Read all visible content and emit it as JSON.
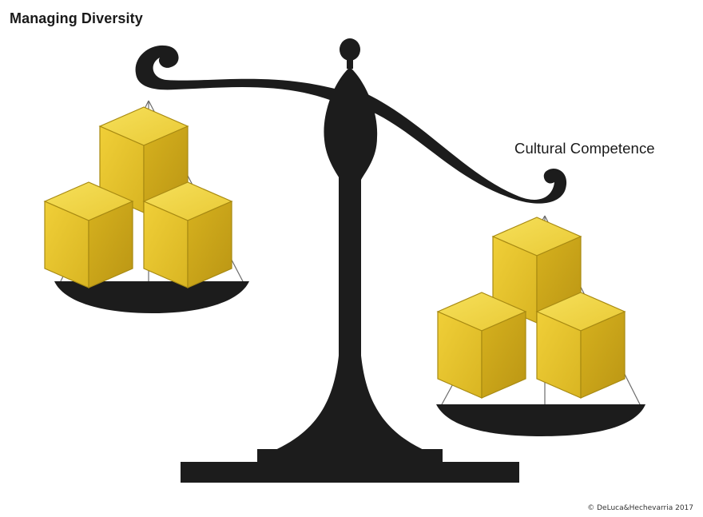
{
  "labels": {
    "left": "Managing Diversity",
    "right": "Cultural Competence"
  },
  "copyright": "© DeLuca&Hechevarria 2017",
  "colors": {
    "silhouette": "#1c1c1c",
    "cube_top": "#f2d94a",
    "cube_left": "#e8c52e",
    "cube_right": "#c9a41c",
    "cube_edge": "#a88a12",
    "string": "#6b6b6b"
  },
  "pans": [
    {
      "name": "left",
      "cube_count": 3
    },
    {
      "name": "right",
      "cube_count": 3
    }
  ]
}
